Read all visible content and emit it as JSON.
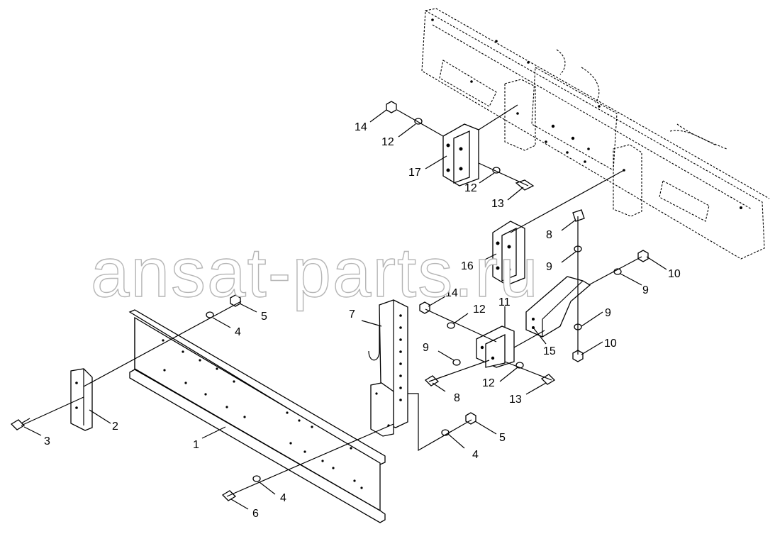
{
  "watermark": "ansat-parts.ru",
  "callouts": {
    "c1": "1",
    "c2": "2",
    "c3": "3",
    "c4a": "4",
    "c4b": "4",
    "c4c": "4",
    "c5a": "5",
    "c5b": "5",
    "c6": "6",
    "c7": "7",
    "c8a": "8",
    "c8b": "8",
    "c9a": "9",
    "c9b": "9",
    "c9c": "9",
    "c9d": "9",
    "c10a": "10",
    "c10b": "10",
    "c11": "11",
    "c12a": "12",
    "c12b": "12",
    "c12c": "12",
    "c12d": "12",
    "c13a": "13",
    "c13b": "13",
    "c14a": "14",
    "c14b": "14",
    "c15": "15",
    "c16": "16",
    "c17": "17"
  }
}
